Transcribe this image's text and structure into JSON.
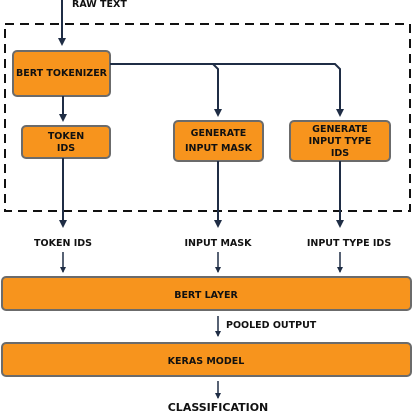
{
  "input_label": "RAW TEXT",
  "tokenizer": {
    "label": "BERT TOKENIZER"
  },
  "token_ids_box": {
    "line1": "TOKEN",
    "line2": "IDS"
  },
  "input_mask_box": {
    "line1": "GENERATE",
    "line2": "INPUT MASK"
  },
  "input_type_box": {
    "line1": "GENERATE",
    "line2": "INPUT TYPE",
    "line3": "IDS"
  },
  "outputs": {
    "token_ids": "TOKEN IDS",
    "input_mask": "INPUT MASK",
    "input_type_ids": "INPUT TYPE IDS"
  },
  "bert_layer": {
    "label": "BERT LAYER"
  },
  "pooled_output": "POOLED OUTPUT",
  "keras_model": {
    "label": "KERAS MODEL"
  },
  "final_label": "CLASSIFICATION",
  "colors": {
    "box_fill": "#F7941D",
    "box_stroke": "#6B6B6B",
    "arrow": "#1F2D45",
    "dashed_border": "#111111"
  }
}
